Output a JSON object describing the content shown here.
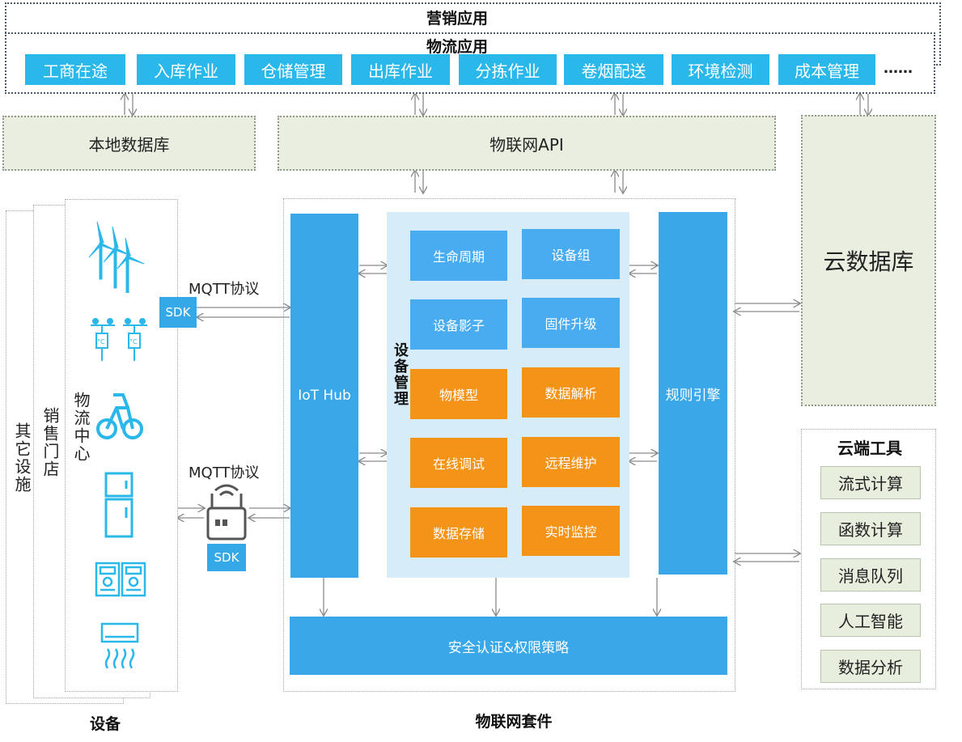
{
  "marketing_app": {
    "title": "营销应用"
  },
  "logistics_app": {
    "title": "物流应用",
    "items": [
      "工商在途",
      "入库作业",
      "仓储管理",
      "出库作业",
      "分拣作业",
      "卷烟配送",
      "环境检测",
      "成本管理"
    ],
    "ellipsis": "……"
  },
  "local_db": {
    "label": "本地数据库"
  },
  "iot_api": {
    "label": "物联网API"
  },
  "cloud_db": {
    "label": "云数据库"
  },
  "devices": {
    "caption": "设备",
    "columns": [
      "其它设施",
      "销售门店",
      "物流中心"
    ],
    "icons": [
      "wind-turbine-icon",
      "temperature-sensor-icon",
      "bicycle-icon",
      "refrigerator-icon",
      "meter-icon",
      "air-conditioner-icon"
    ]
  },
  "mqtt": {
    "top": "MQTT协议",
    "bottom": "MQTT协议"
  },
  "sdk": {
    "top": "SDK",
    "bottom": "SDK"
  },
  "iot_suite": {
    "caption": "物联网套件",
    "iot_hub": "IoT Hub",
    "device_mgmt_label": "设备管理",
    "rules_engine": "规则引擎",
    "security": "安全认证&权限策略",
    "blue_modules": [
      "生命周期",
      "设备组",
      "设备影子",
      "固件升级"
    ],
    "orange_modules": [
      "物模型",
      "数据解析",
      "在线调试",
      "远程维护",
      "数据存储",
      "实时监控"
    ]
  },
  "cloud_tools": {
    "title": "云端工具",
    "items": [
      "流式计算",
      "函数计算",
      "消息队列",
      "人工智能",
      "数据分析"
    ]
  },
  "colors": {
    "accent_blue": "#2ab7ea",
    "orange": "#f39318",
    "panel_light_blue": "#d6ecf8",
    "tan": "#eaeee0"
  }
}
